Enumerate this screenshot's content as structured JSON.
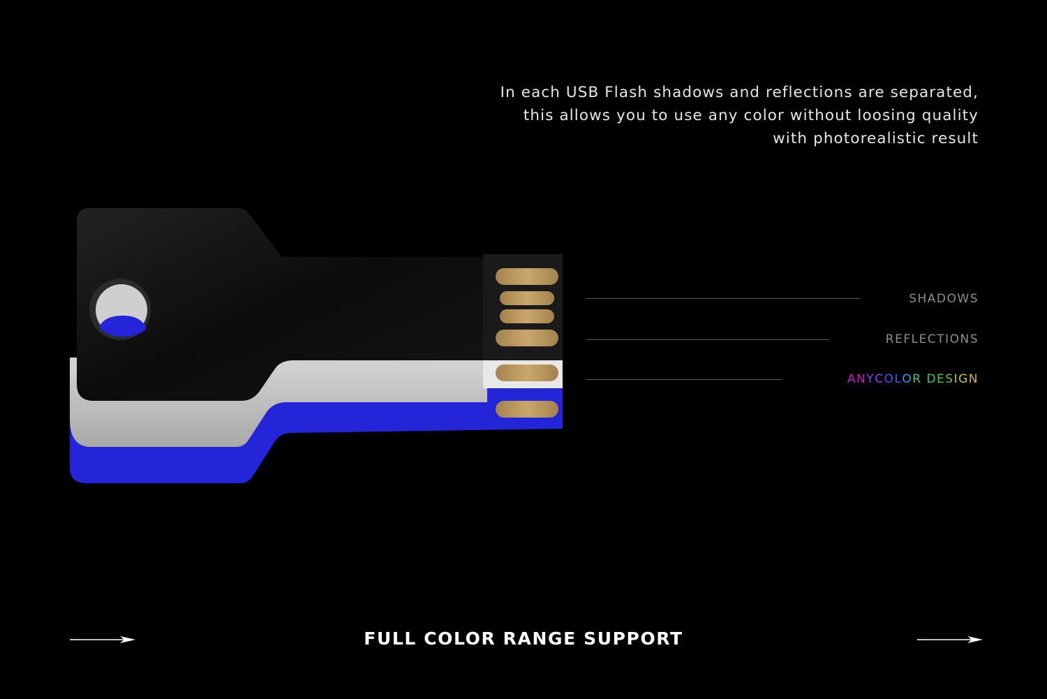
{
  "intro": {
    "lines": [
      "In each USB Flash shadows and reflections are separated,",
      "this allows you to use any color without loosing quality",
      "with photorealistic result"
    ]
  },
  "layers": [
    {
      "label": "SHADOWS",
      "color": "#8e8e8e"
    },
    {
      "label": "REFLECTIONS",
      "color": "#8e8e8e"
    },
    {
      "label": "ANYCOLOR DESIGN",
      "colors": [
        "#c21fc8",
        "#8e3df0",
        "#3b5cff",
        "#1fa3e0",
        "#2bd17a",
        "#5ccc3a",
        "#b9c93a",
        "#d7b23a"
      ]
    }
  ],
  "footer": {
    "title": "FULL COLOR RANGE SUPPORT"
  },
  "colors": {
    "background": "#000000",
    "key_black": "#0f0f0f",
    "key_silver": "#d4d4d4",
    "key_blue": "#2424d9",
    "contact_gold": "#b8935a"
  },
  "icons": [
    "arrow-right-icon",
    "arrow-right-icon"
  ]
}
